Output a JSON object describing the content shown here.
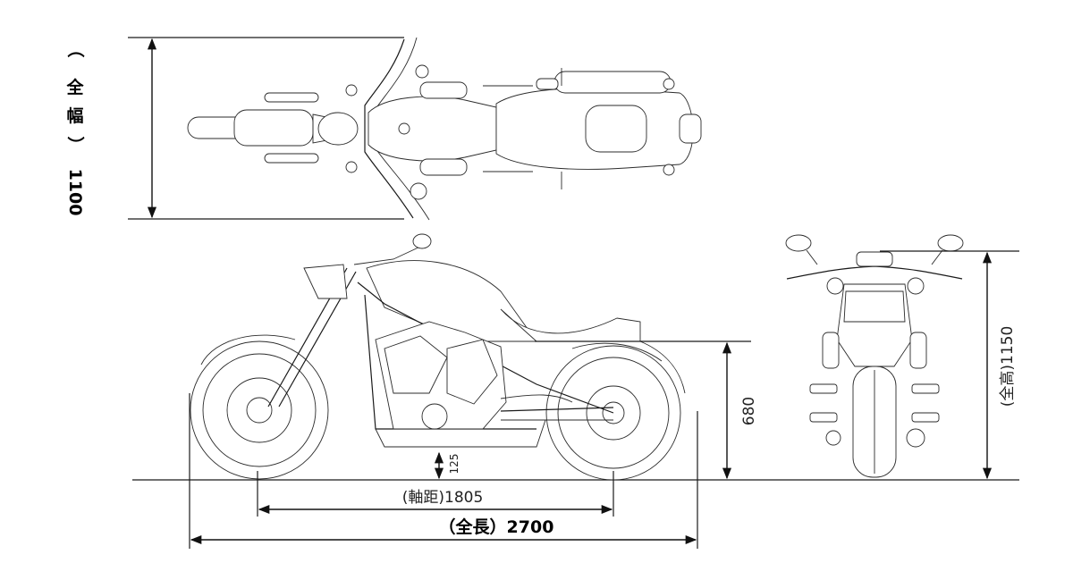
{
  "labels": {
    "width_open": "（",
    "width_char1": "全",
    "width_char2": "幅",
    "width_close": "）",
    "width_value": "1100",
    "seat_height": "680",
    "overall_height": "(全高)1150",
    "ground_clearance": "125",
    "wheelbase": "(軸距)1805",
    "overall_length": "（全長）2700"
  },
  "dimensions_mm": {
    "overall_width": 1100,
    "seat_height": 680,
    "overall_height": 1150,
    "ground_clearance": 125,
    "wheelbase": 1805,
    "overall_length": 2700
  }
}
